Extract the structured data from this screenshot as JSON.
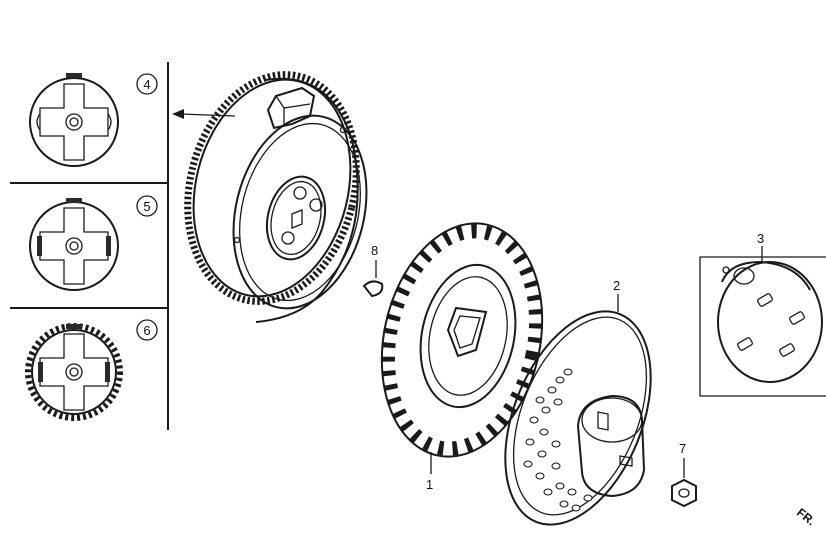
{
  "parts": {
    "p1": "1",
    "p2": "2",
    "p3": "3",
    "p4": "4",
    "p5": "5",
    "p6": "6",
    "p7": "7",
    "p8": "8"
  },
  "direction_mark": "FR.",
  "colors": {
    "line": "#1a1a1a",
    "background": "#ffffff",
    "fill_light": "#f2f2f2",
    "fill_dark": "#2a2a2a"
  }
}
